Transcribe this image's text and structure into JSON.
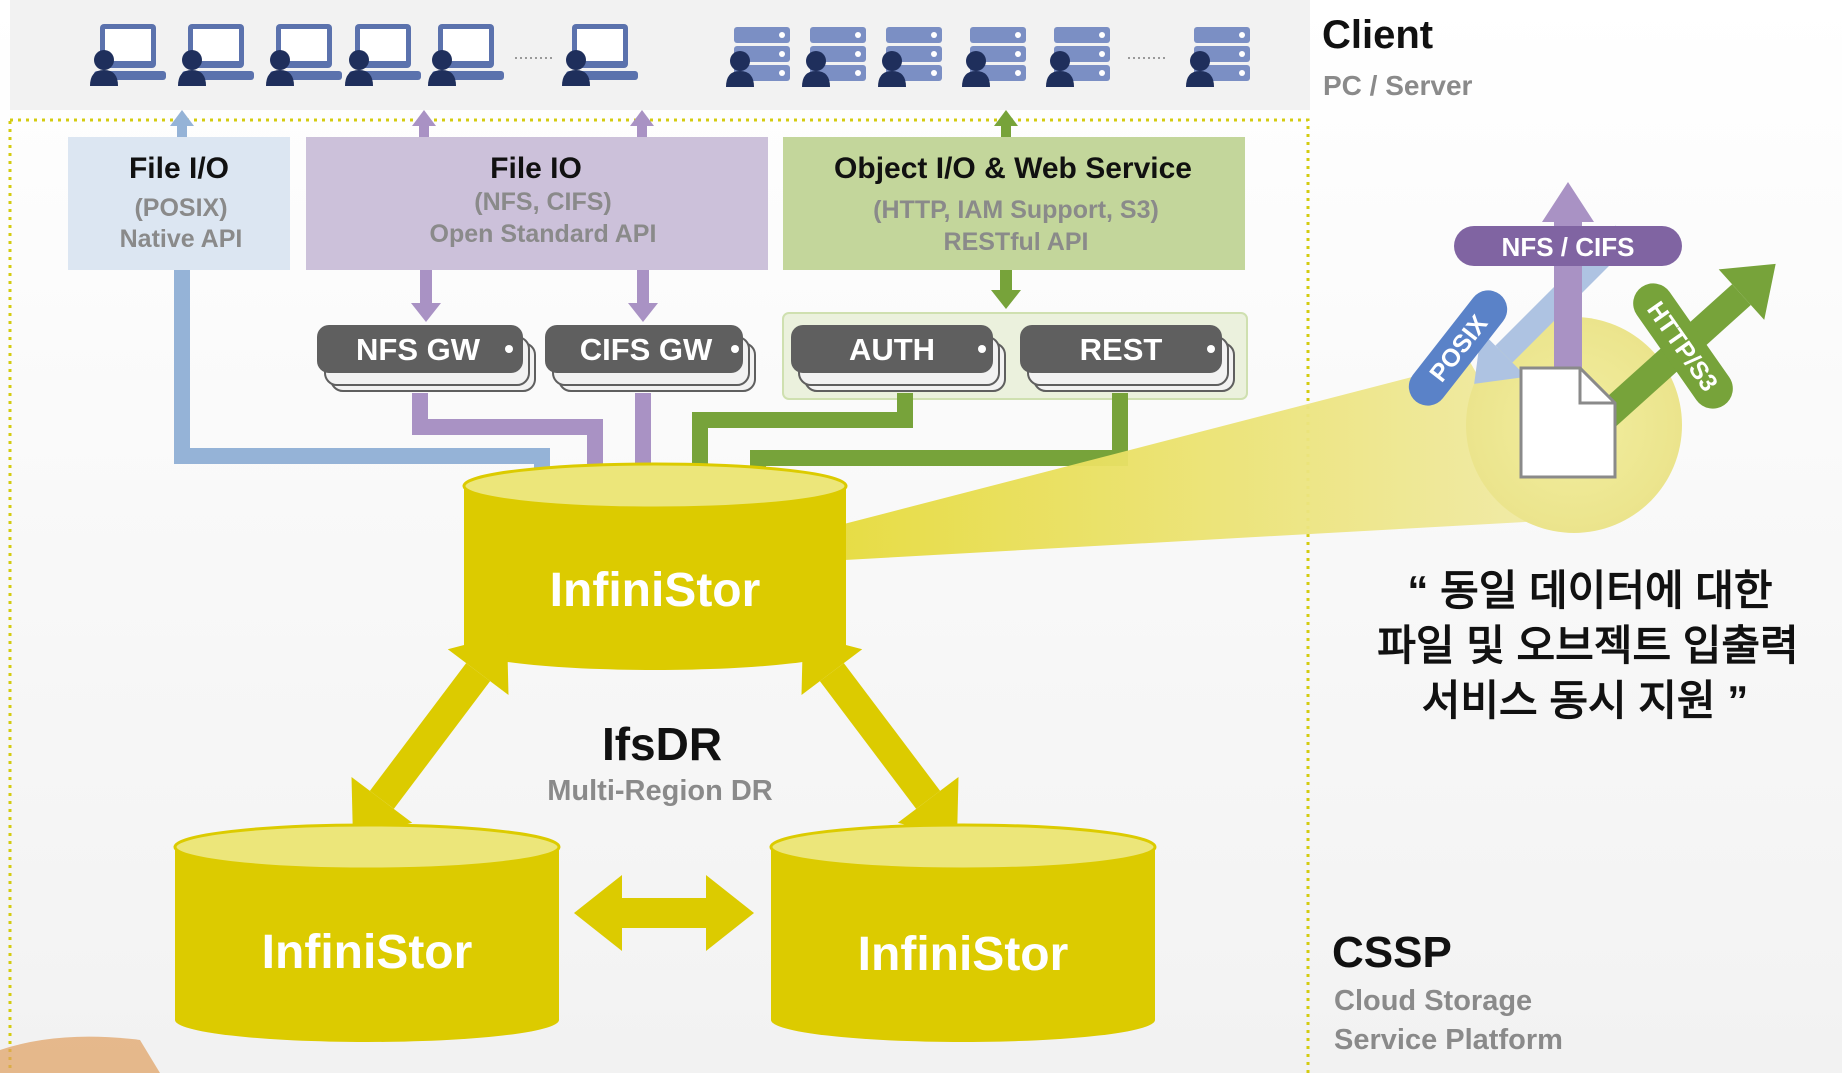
{
  "client": {
    "title": "Client",
    "subtitle": "PC / Server"
  },
  "api_boxes": {
    "file_posix": {
      "title": "File I/O",
      "line1": "(POSIX)",
      "line2": "Native API"
    },
    "file_io": {
      "title": "File IO",
      "line1": "(NFS, CIFS)",
      "line2": "Open Standard API"
    },
    "object_io": {
      "title": "Object I/O & Web Service",
      "line1": "(HTTP, IAM Support, S3)",
      "line2": "RESTful API"
    }
  },
  "gateways": {
    "nfs": "NFS GW",
    "cifs": "CIFS GW",
    "auth": "AUTH",
    "rest": "REST"
  },
  "storage": {
    "main": "InfiniStor",
    "left": "InfiniStor",
    "right": "InfiniStor"
  },
  "dr": {
    "title": "IfsDR",
    "subtitle": "Multi-Region DR"
  },
  "protocols": {
    "nfs_cifs": "NFS / CIFS",
    "posix": "POSIX",
    "http_s3": "HTTP/S3"
  },
  "quote": {
    "line1": "“ 동일 데이터에 대한",
    "line2": "파일 및 오브젝트 입출력",
    "line3": "서비스 동시 지원 ”"
  },
  "cssp": {
    "title": "CSSP",
    "line1": "Cloud Storage",
    "line2": "Service Platform"
  },
  "colors": {
    "blue_box": "#dce6f2",
    "purple_box": "#ccc1da",
    "green_box": "#c3d69b",
    "blue_line": "#95b3d7",
    "purple_line": "#a992c4",
    "green_line": "#77a33a",
    "yellow": "#dccb00",
    "yellow_light": "#ece67a",
    "gray_button": "#5f5f5f",
    "icon_blue": "#5b72ad"
  }
}
